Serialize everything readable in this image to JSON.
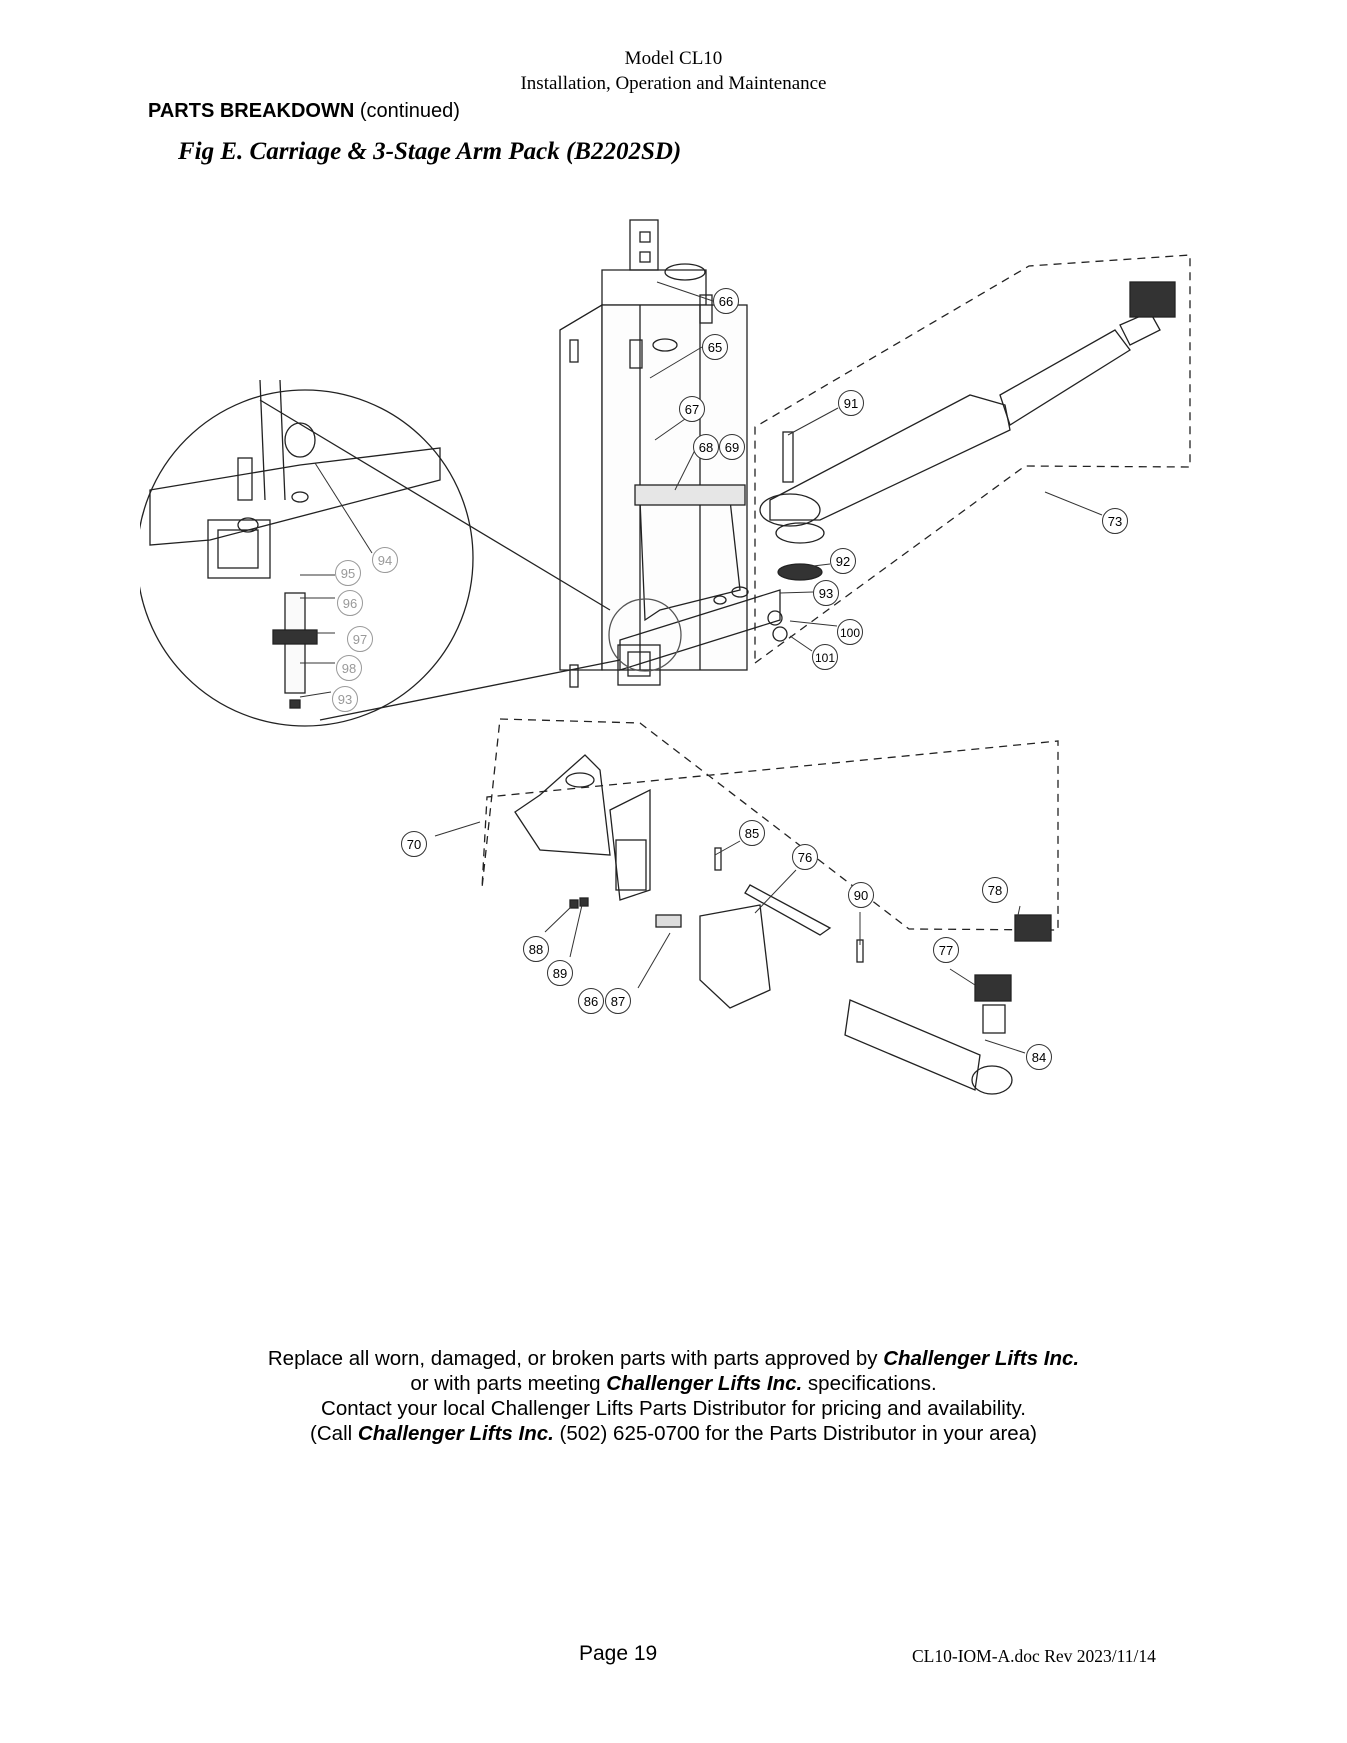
{
  "header": {
    "line1": "Model CL10",
    "line2": "Installation, Operation and Maintenance"
  },
  "section": {
    "title": "PARTS BREAKDOWN",
    "suffix": "(continued)"
  },
  "figure": {
    "title": "Fig E.  Carriage & 3-Stage Arm Pack (B2202SD)",
    "callouts": {
      "c66": "66",
      "c65": "65",
      "c67": "67",
      "c68": "68",
      "c69": "69",
      "c91": "91",
      "c73": "73",
      "c92": "92",
      "c93a": "93",
      "c100": "100",
      "c101": "101",
      "c94": "94",
      "c95": "95",
      "c96": "96",
      "c97": "97",
      "c98": "98",
      "c93b": "93",
      "c70": "70",
      "c85": "85",
      "c76": "76",
      "c90": "90",
      "c78": "78",
      "c77": "77",
      "c88": "88",
      "c89": "89",
      "c86": "86",
      "c87": "87",
      "c84": "84"
    }
  },
  "footer": {
    "l1a": "Replace all worn, damaged, or broken parts with parts approved by ",
    "company": "Challenger Lifts Inc.",
    "l2a": "or with parts meeting ",
    "l2b": " specifications.",
    "l3": "Contact your local Challenger Lifts Parts Distributor for pricing and availability.",
    "l4a": "(Call ",
    "l4b": " (502) 625-0700 for the Parts Distributor in your area)",
    "page": "Page 19",
    "docref": "CL10-IOM-A.doc  Rev 2023/11/14"
  }
}
